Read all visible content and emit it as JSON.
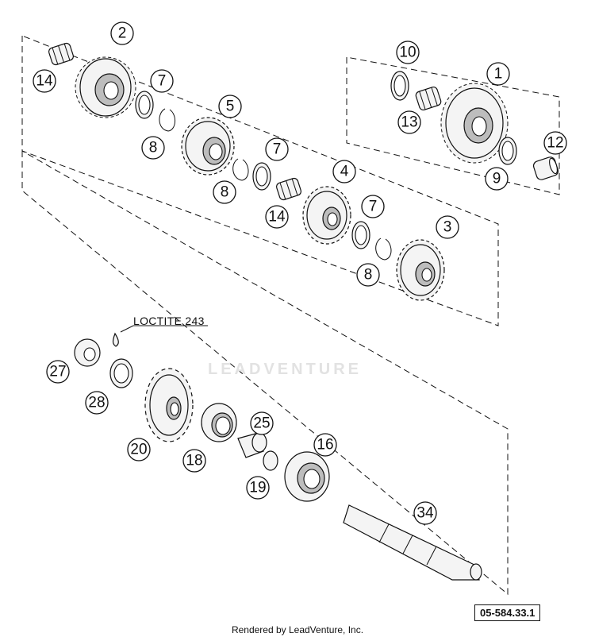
{
  "diagram": {
    "callouts": [
      {
        "id": "c2",
        "label": "2"
      },
      {
        "id": "c14a",
        "label": "14"
      },
      {
        "id": "c7a",
        "label": "7"
      },
      {
        "id": "c8a",
        "label": "8"
      },
      {
        "id": "c5",
        "label": "5"
      },
      {
        "id": "c7b",
        "label": "7"
      },
      {
        "id": "c8b",
        "label": "8"
      },
      {
        "id": "c14b",
        "label": "14"
      },
      {
        "id": "c4",
        "label": "4"
      },
      {
        "id": "c7c",
        "label": "7"
      },
      {
        "id": "c8c",
        "label": "8"
      },
      {
        "id": "c3",
        "label": "3"
      },
      {
        "id": "c10",
        "label": "10"
      },
      {
        "id": "c1",
        "label": "1"
      },
      {
        "id": "c13",
        "label": "13"
      },
      {
        "id": "c12",
        "label": "12"
      },
      {
        "id": "c9",
        "label": "9"
      },
      {
        "id": "c27",
        "label": "27"
      },
      {
        "id": "c28",
        "label": "28"
      },
      {
        "id": "c20",
        "label": "20"
      },
      {
        "id": "c18",
        "label": "18"
      },
      {
        "id": "c25",
        "label": "25"
      },
      {
        "id": "c19",
        "label": "19"
      },
      {
        "id": "c16",
        "label": "16"
      },
      {
        "id": "c34",
        "label": "34"
      }
    ],
    "annotation": "LOCTITE 243",
    "figure_code": "05-584.33.1",
    "watermark": "LEADVENTURE",
    "footer": "Rendered by LeadVenture, Inc."
  }
}
